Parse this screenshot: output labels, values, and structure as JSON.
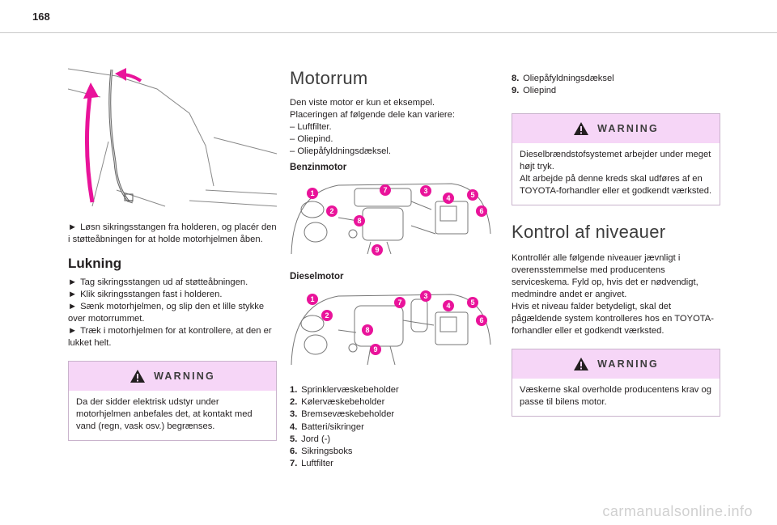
{
  "page_number": "168",
  "col1": {
    "instruction_1": "Løsn sikringsstangen fra holderen, og placér den i støtteåbningen for at holde motorhjelmen åben.",
    "closing_title": "Lukning",
    "closing_steps": [
      "Tag sikringsstangen ud af støtteåbningen.",
      "Klik sikringsstangen fast i holderen.",
      "Sænk motorhjelmen, og slip den et lille stykke over motorrummet.",
      "Træk i motorhjelmen for at kontrollere, at den er lukket helt."
    ],
    "warning": {
      "title": "WARNING",
      "text": "Da der sidder elektrisk udstyr under motorhjelmen anbefales det, at kontakt med vand (regn, vask osv.) begrænses."
    }
  },
  "col2": {
    "title": "Motorrum",
    "intro_1": "Den viste motor er kun et eksempel.",
    "intro_2": "Placeringen af følgende dele kan variere:",
    "parts": [
      "– Luftfilter.",
      "– Oliepind.",
      "– Oliepåfyldningsdæksel."
    ],
    "petrol_label": "Benzinmotor",
    "diesel_label": "Dieselmotor",
    "legend": [
      {
        "num": "1.",
        "text": "Sprinklervæskebeholder"
      },
      {
        "num": "2.",
        "text": "Kølervæskebeholder"
      },
      {
        "num": "3.",
        "text": "Bremsevæskebeholder"
      },
      {
        "num": "4.",
        "text": "Batteri/sikringer"
      },
      {
        "num": "5.",
        "text": "Jord (-)"
      },
      {
        "num": "6.",
        "text": "Sikringsboks"
      },
      {
        "num": "7.",
        "text": "Luftfilter"
      }
    ],
    "callouts": [
      "1",
      "2",
      "3",
      "4",
      "5",
      "6",
      "7",
      "8",
      "9"
    ]
  },
  "col3": {
    "legend": [
      {
        "num": "8.",
        "text": "Oliepåfyldningsdæksel"
      },
      {
        "num": "9.",
        "text": "Oliepind"
      }
    ],
    "warning": {
      "title": "WARNING",
      "text_1": "Dieselbrændstofsystemet arbejder under meget højt tryk.",
      "text_2": "Alt arbejde på denne kreds skal udføres af en TOYOTA-forhandler eller et godkendt værksted."
    },
    "levels_title": "Kontrol af niveauer",
    "levels_text_1": "Kontrollér alle følgende niveauer jævnligt i overensstemmelse med producentens serviceskema. Fyld op, hvis det er nødvendigt, medmindre andet er angivet.",
    "levels_text_2": "Hvis et niveau falder betydeligt, skal det pågældende system kontrolleres hos en TOYOTA-forhandler eller et godkendt værksted.",
    "warning2": {
      "title": "WARNING",
      "text": "Væskerne skal overholde producentens krav og passe til bilens motor."
    }
  },
  "footer": "carmanualsonline.info",
  "colors": {
    "accent_magenta": "#e9139a",
    "warning_bg": "#f6d6f7"
  }
}
